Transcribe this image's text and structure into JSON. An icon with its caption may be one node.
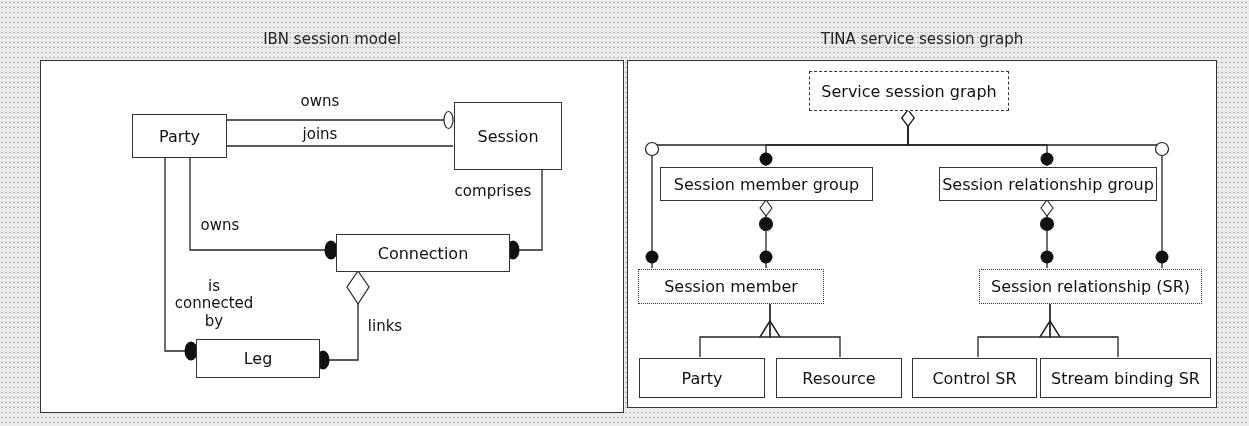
{
  "diagram": {
    "nodes": [
      {
        "text": [
          "IBN session model"
        ]
      },
      {
        "text": [
          "Party"
        ],
        "in": 0
      },
      {
        "text": [
          "Session"
        ],
        "in": 0
      },
      {
        "text": [
          "Connection"
        ],
        "in": 0
      },
      {
        "text": [
          "Leg"
        ],
        "in": 0
      },
      {
        "text": [
          "TINA service session graph"
        ]
      },
      {
        "text": [
          "Service session graph"
        ],
        "in": 5
      },
      {
        "text": [
          "Session member group"
        ],
        "in": 5
      },
      {
        "text": [
          "Session relationship group"
        ],
        "in": 5
      },
      {
        "text": [
          "Session member"
        ],
        "in": 5
      },
      {
        "text": [
          "Session relationship (SR)"
        ],
        "in": 5
      },
      {
        "text": [
          "Party"
        ],
        "in": 5
      },
      {
        "text": [
          "Resource"
        ],
        "in": 5
      },
      {
        "text": [
          "Control SR"
        ],
        "in": 5
      },
      {
        "text": [
          "Stream binding SR"
        ],
        "in": 5
      }
    ],
    "edges": [
      {
        "from": 1,
        "to": 2,
        "label": "owns",
        "arrow": "other"
      },
      {
        "from": 1,
        "to": 2,
        "label": "joins",
        "arrow": "none"
      },
      {
        "from": 1,
        "to": 3,
        "label": "owns",
        "arrow": "other"
      },
      {
        "from": 2,
        "to": 3,
        "label": "comprises",
        "arrow": "other"
      },
      {
        "from": 1,
        "to": 4,
        "label": "is connected by",
        "arrow": "other"
      },
      {
        "from": 3,
        "to": 4,
        "label": "links",
        "arrow": "other"
      },
      {
        "from": 6,
        "to": 9,
        "arrow": "other"
      },
      {
        "from": 6,
        "to": 7,
        "arrow": "other"
      },
      {
        "from": 6,
        "to": 8,
        "arrow": "other"
      },
      {
        "from": 6,
        "to": 10,
        "arrow": "other"
      },
      {
        "from": 7,
        "to": 9,
        "arrow": "other"
      },
      {
        "from": 8,
        "to": 10,
        "arrow": "other"
      },
      {
        "from": 11,
        "to": 9,
        "arrow": "to"
      },
      {
        "from": 12,
        "to": 9,
        "arrow": "to"
      },
      {
        "from": 13,
        "to": 10,
        "arrow": "to"
      },
      {
        "from": 14,
        "to": 10,
        "arrow": "to"
      }
    ]
  }
}
